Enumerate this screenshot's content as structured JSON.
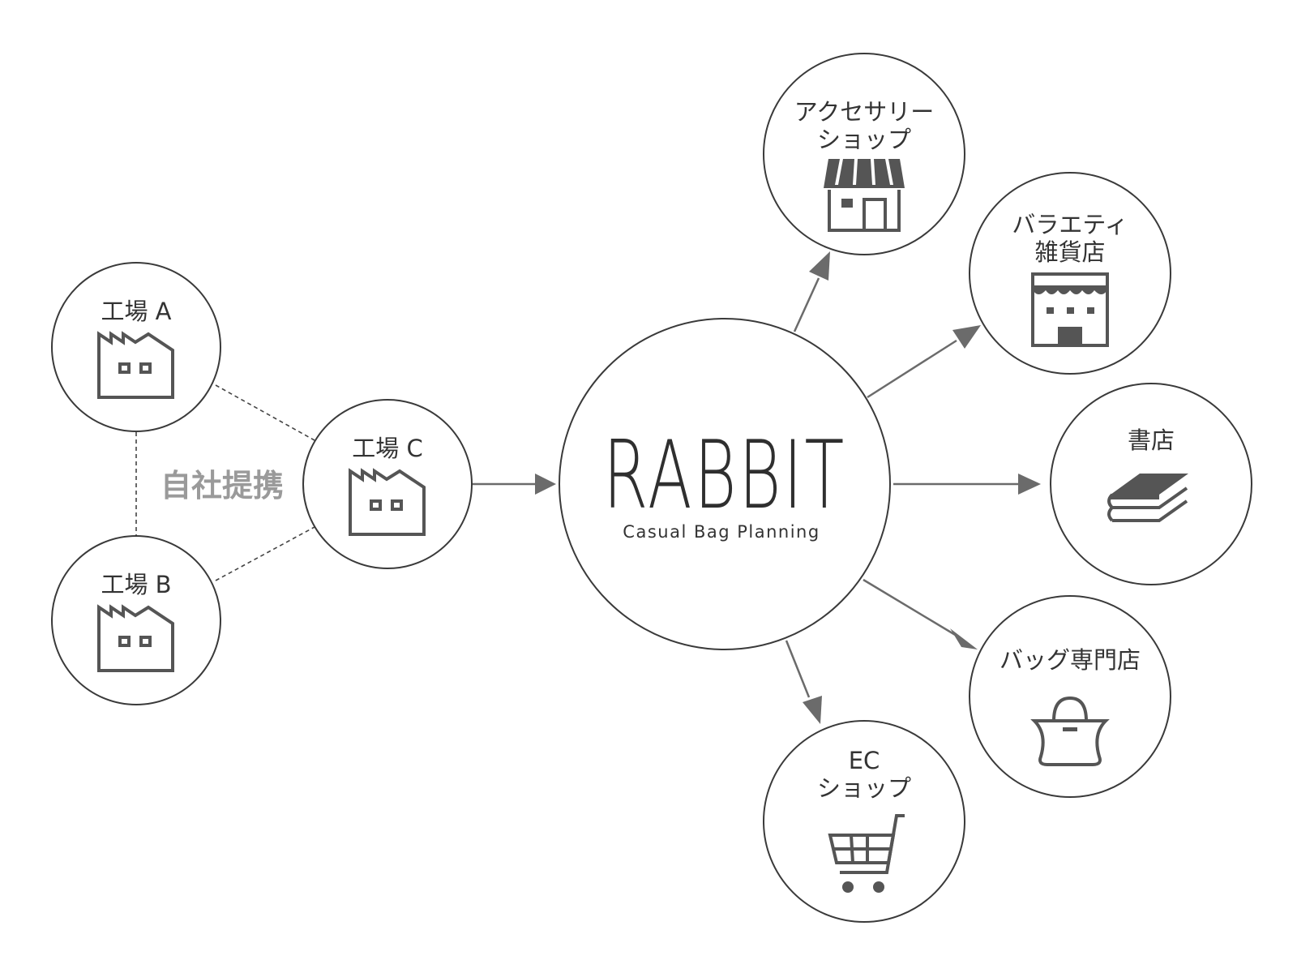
{
  "partnership": {
    "label": "自社提携"
  },
  "factories": [
    {
      "label": "工場 A",
      "icon": "factory-icon"
    },
    {
      "label": "工場 B",
      "icon": "factory-icon"
    },
    {
      "label": "工場 C",
      "icon": "factory-icon"
    }
  ],
  "hub": {
    "title": "RABBIT",
    "subtitle": "Casual Bag Planning"
  },
  "outlets": [
    {
      "lines": [
        "アクセサリー",
        "ショップ"
      ],
      "icon": "storefront-icon"
    },
    {
      "lines": [
        "バラエティ",
        "雑貨店"
      ],
      "icon": "store-building-icon"
    },
    {
      "lines": [
        "書店"
      ],
      "icon": "books-icon"
    },
    {
      "lines": [
        "バッグ専門店"
      ],
      "icon": "handbag-icon"
    },
    {
      "lines": [
        "EC",
        "ショップ"
      ],
      "icon": "shopping-cart-icon"
    }
  ],
  "colors": {
    "stroke": "#3a3a3a",
    "arrow": "#6b6b6b",
    "icon": "#555555",
    "partner_text": "#9a9a9a"
  }
}
